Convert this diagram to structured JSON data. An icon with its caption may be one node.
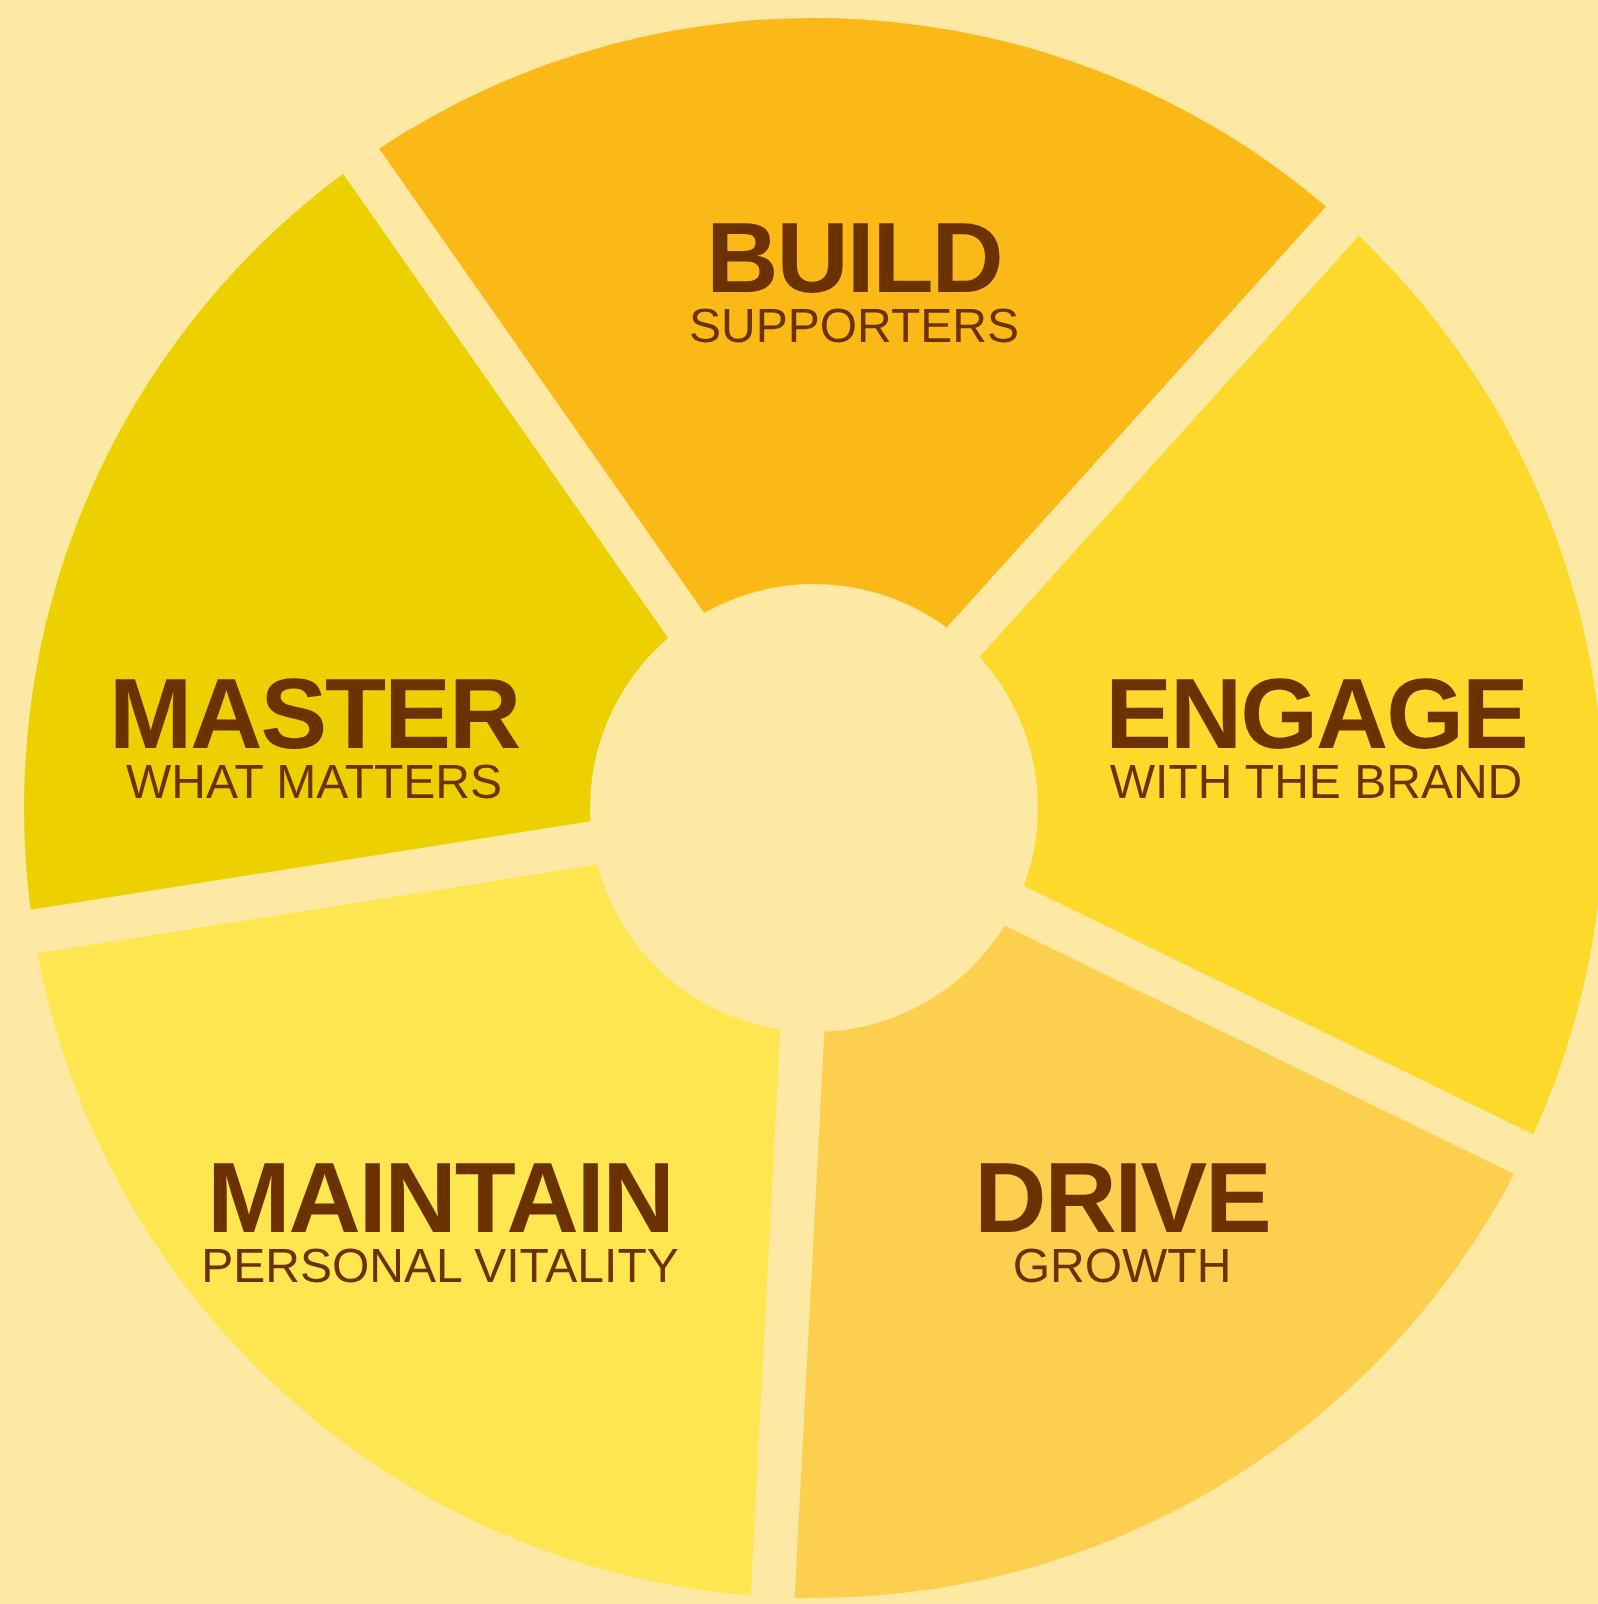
{
  "diagram": {
    "nodes": [
      {
        "text": [
          "BUILD",
          "SUPPORTERS"
        ]
      },
      {
        "text": [
          "ENGAGE",
          "WITH THE BRAND"
        ]
      },
      {
        "text": [
          "DRIVE",
          "GROWTH"
        ]
      },
      {
        "text": [
          "MAINTAIN",
          "PERSONAL VITALITY"
        ]
      },
      {
        "text": [
          "MASTER",
          "WHAT MATTERS"
        ]
      }
    ]
  }
}
